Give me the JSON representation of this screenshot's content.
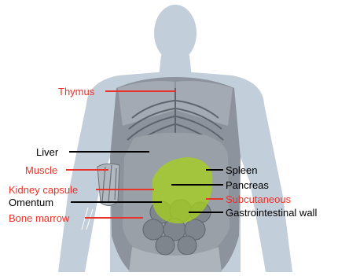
{
  "colors": {
    "red_label": "#e8332a",
    "black_label": "#000000",
    "silhouette": "#bfcbd9",
    "tissue": "#8a8f98",
    "highlight": "#9ccc1f"
  },
  "labels": {
    "thymus": "Thymus",
    "liver": "Liver",
    "muscle": "Muscle",
    "kidney_capsule": "Kidney capsule",
    "omentum": "Omentum",
    "bone_marrow": "Bone marrow",
    "spleen": "Spleen",
    "pancreas": "Pancreas",
    "subcutaneous": "Subcutaneous",
    "gastrointestinal_wall": "Gastrointestinal wall"
  }
}
